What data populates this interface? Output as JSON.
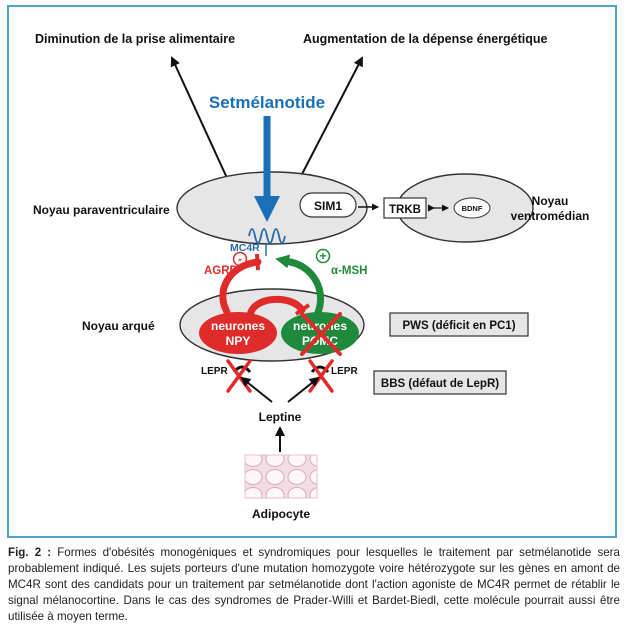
{
  "labels": {
    "top_left": "Diminution de la prise alimentaire",
    "top_right": "Augmentation de la dépense énergétique",
    "drug": "Setmélanotide",
    "pvn": "Noyau paraventriculaire",
    "vmh_line1": "Noyau",
    "vmh_line2": "ventromédian",
    "sim1": "SIM1",
    "trkb": "TRKB",
    "bdnf": "BDNF",
    "mc4r": "MC4R",
    "minus": "-",
    "plus": "+",
    "agrp": "AGRP",
    "amsh": "α-MSH",
    "arc": "Noyau arqué",
    "npy_line1": "neurones",
    "npy_line2": "NPY",
    "pomc_line1": "neurones",
    "pomc_line2": "POMC",
    "pws": "PWS (déficit en PC1)",
    "bbs": "BBS (défaut de LepR)",
    "lepr_left": "LEPR",
    "lepr_right": "LEPR",
    "leptine": "Leptine",
    "adipocyte": "Adipocyte"
  },
  "caption": {
    "label": "Fig. 2 :",
    "text": "Formes d'obésités monogéniques et syndromiques pour lesquelles le traitement par setmélanotide sera probablement indiqué. Les sujets porteurs d'une mutation homozygote voire hétérozygote sur les gènes en amont de MC4R sont des candidats pour un traitement par setmélanotide dont l'action agoniste de MC4R permet de rétablir le signal mélanocortine. Dans le cas des syndromes de Prader-Willi et Bardet-Biedl, cette molécule pourrait aussi être utilisée à moyen terme."
  },
  "colors": {
    "frame": "#4aa5c9",
    "drug_blue": "#1a6fb6",
    "agrp_red": "#e02b2b",
    "pomc_green": "#1f8a3c",
    "nucleus_gray": "#e6e6e6"
  }
}
